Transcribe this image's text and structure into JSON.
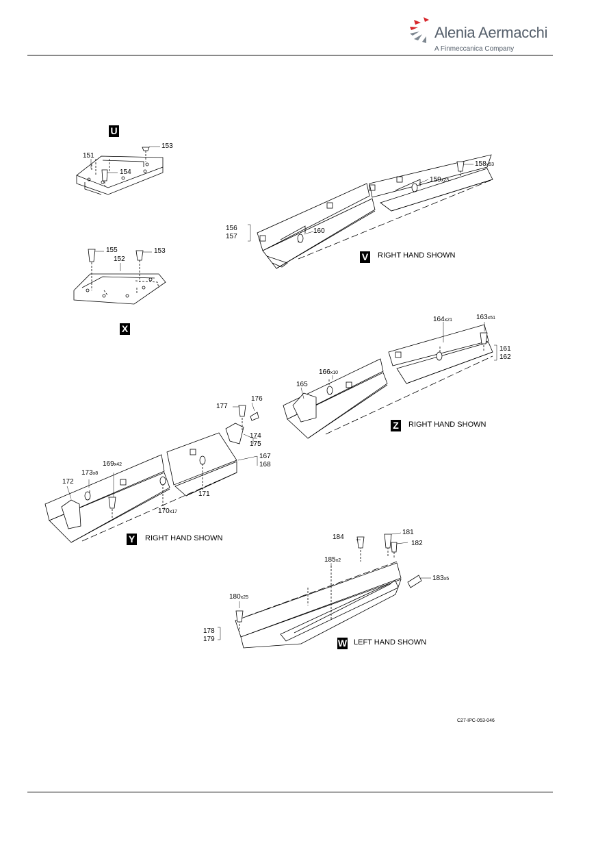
{
  "header": {
    "brand_name": "Alenia Aermacchi",
    "brand_sub": "A Finmeccanica Company"
  },
  "views": {
    "U": {
      "letter": "U"
    },
    "V": {
      "letter": "V",
      "caption": "RIGHT HAND SHOWN"
    },
    "X": {
      "letter": "X"
    },
    "Z": {
      "letter": "Z",
      "caption": "RIGHT HAND SHOWN"
    },
    "Y": {
      "letter": "Y",
      "caption": "RIGHT HAND SHOWN"
    },
    "W": {
      "letter": "W",
      "caption": "LEFT HAND SHOWN"
    }
  },
  "labels": {
    "l153a": "153",
    "l151": "151",
    "l154": "154",
    "l155": "155",
    "l153b": "153",
    "l152": "152",
    "l158": "158",
    "l158q": "x53",
    "l159": "159",
    "l159q": "x23",
    "l160": "160",
    "l156": "156",
    "l157": "157",
    "l164": "164",
    "l164q": "x21",
    "l163": "163",
    "l163q": "x51",
    "l161": "161",
    "l162": "162",
    "l166": "166",
    "l166q": "x10",
    "l165": "165",
    "l177": "177",
    "l176": "176",
    "l174": "174",
    "l175": "175",
    "l167": "167",
    "l168": "168",
    "l169": "169",
    "l169q": "x42",
    "l173": "173",
    "l173q": "x8",
    "l172": "172",
    "l171": "171",
    "l170": "170",
    "l170q": "x17",
    "l184": "184",
    "l181": "181",
    "l182": "182",
    "l185": "185",
    "l185q": "x2",
    "l183": "183",
    "l183q": "x5",
    "l180": "180",
    "l180q": "x25",
    "l178": "178",
    "l179": "179"
  },
  "figure_ref": "C27-IPC-053-046"
}
